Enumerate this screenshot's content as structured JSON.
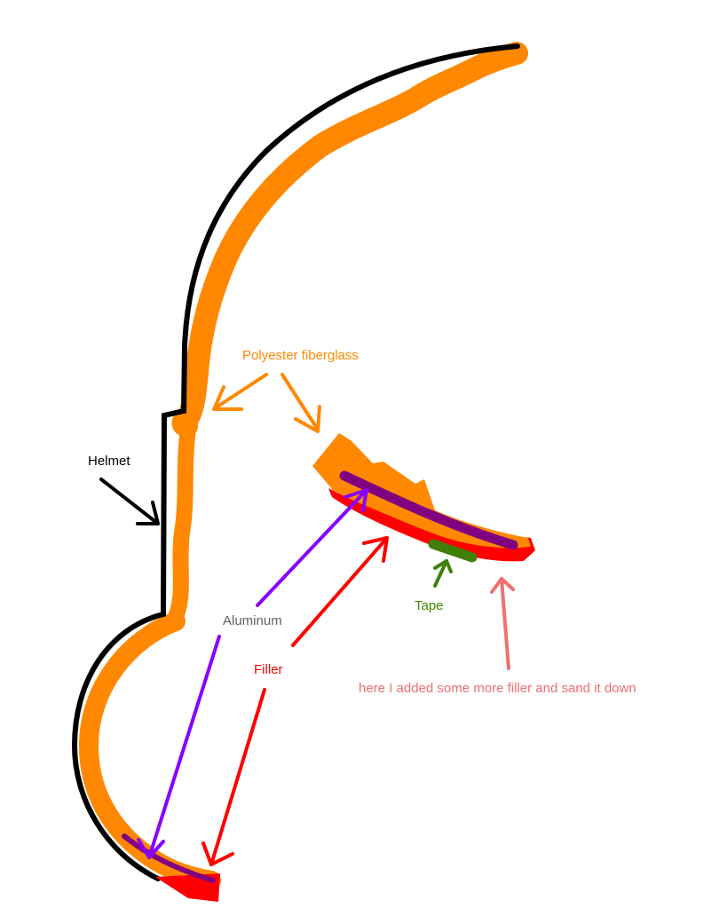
{
  "labels": {
    "polyester": "Polyester fiberglass",
    "helmet": "Helmet",
    "aluminum": "Aluminum",
    "filler": "Filler",
    "tape": "Tape",
    "note": "here I added some more filler and sand it down"
  },
  "colors": {
    "background": "#ffffff",
    "helmet": "#000000",
    "fiberglass": "#ff8800",
    "filler": "#ff0000",
    "aluminum": "#800080",
    "aluminum_arrow": "#8800ff",
    "tape": "#3f7f0a",
    "tape_label": "#448800",
    "note": "#f07070",
    "aluminum_label": "#606060"
  }
}
